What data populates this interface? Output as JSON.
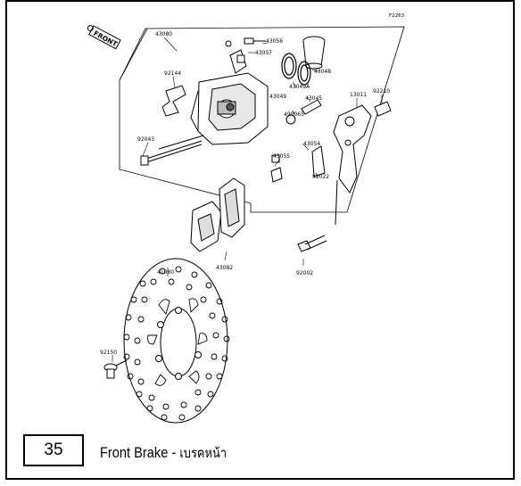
{
  "figure": {
    "code": "F2263",
    "front_label": "FRONT",
    "parts": [
      {
        "id": "43080"
      },
      {
        "id": "43056"
      },
      {
        "id": "43057"
      },
      {
        "id": "43048"
      },
      {
        "id": "92144"
      },
      {
        "id": "43049A"
      },
      {
        "id": "43049"
      },
      {
        "id": "43045"
      },
      {
        "id": "490065"
      },
      {
        "id": "13011"
      },
      {
        "id": "92210"
      },
      {
        "id": "92043"
      },
      {
        "id": "43054"
      },
      {
        "id": "43055"
      },
      {
        "id": "92022"
      },
      {
        "id": "43082"
      },
      {
        "id": "92002"
      },
      {
        "id": "41080"
      },
      {
        "id": "92150"
      }
    ]
  },
  "footer": {
    "page_number": "35",
    "title": "Front Brake",
    "separator": " - ",
    "subtitle": "เบรคหน้า"
  }
}
